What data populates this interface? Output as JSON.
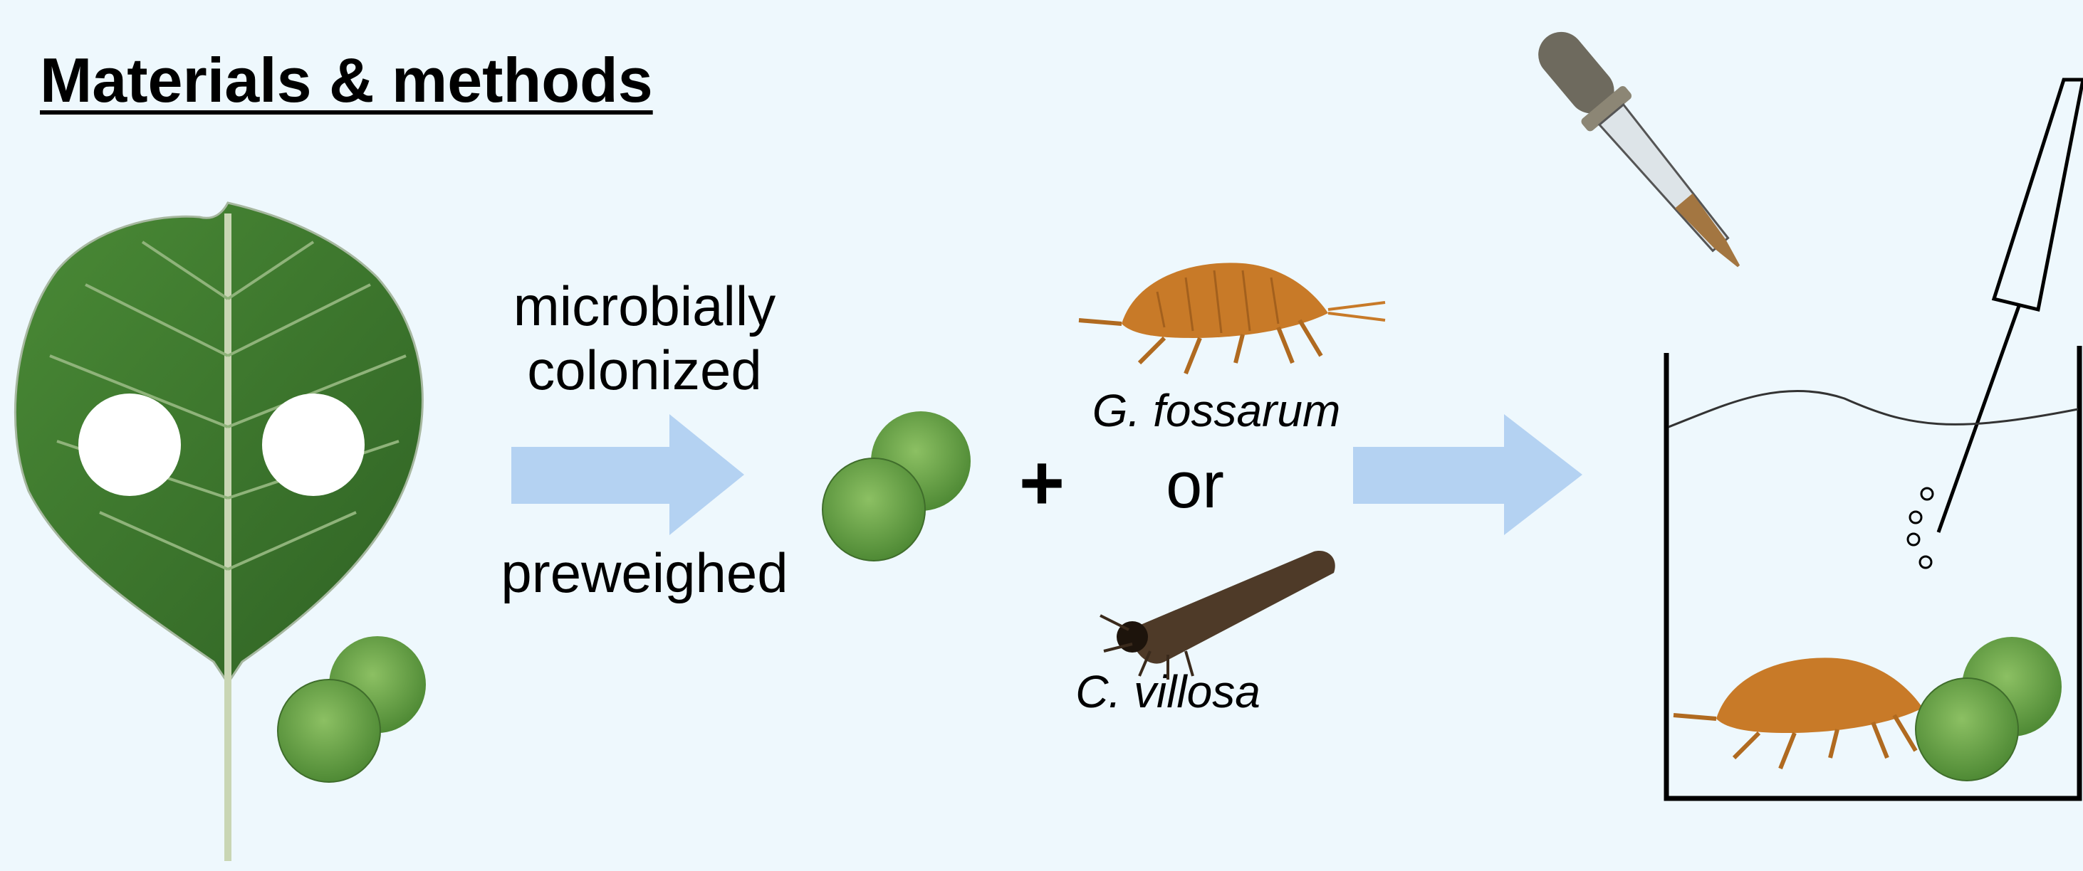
{
  "title": "Materials & methods",
  "labels": {
    "colonized_line1": "microbially",
    "colonized_line2": "colonized",
    "preweighed": "preweighed",
    "plus": "+",
    "species_a": "G. fossarum",
    "or": "or",
    "species_b": "C. villosa"
  },
  "colors": {
    "background": "#eef8fd",
    "arrow": "#b4d2f2",
    "leaf": "#3f7a2e",
    "leaf_disc": "#6aa843",
    "gammarus": "#c87a28",
    "caddis_case": "#4e3a28",
    "dropper_bulb": "#6e6a5e"
  },
  "icons": [
    "leaf-icon",
    "leaf-disc-icon",
    "gammarus-icon",
    "caddisfly-larva-icon",
    "dropper-icon",
    "oxygen-probe-icon",
    "beaker-icon"
  ]
}
